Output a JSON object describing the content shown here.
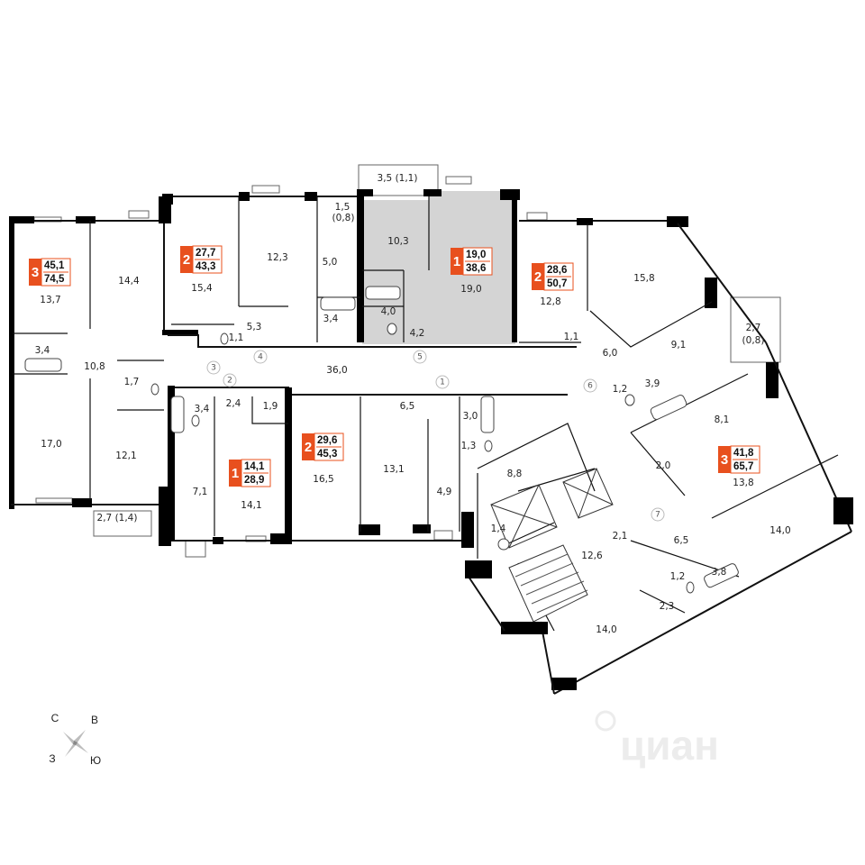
{
  "rooms": [
    {
      "name": "room-13-7",
      "label": "13,7"
    },
    {
      "name": "room-14-4",
      "label": "14,4"
    },
    {
      "name": "room-3-4-left",
      "label": "3,4"
    },
    {
      "name": "room-10-8",
      "label": "10,8"
    },
    {
      "name": "room-1-7",
      "label": "1,7"
    },
    {
      "name": "room-17-0",
      "label": "17,0"
    },
    {
      "name": "room-12-1",
      "label": "12,1"
    },
    {
      "name": "balcony-2-7",
      "label": "2,7 (1,4)"
    },
    {
      "name": "room-15-4",
      "label": "15,4"
    },
    {
      "name": "room-12-3",
      "label": "12,3"
    },
    {
      "name": "room-1-5",
      "label": "1,5"
    },
    {
      "name": "room-1-5-sub",
      "label": "(0,8)"
    },
    {
      "name": "room-5-0",
      "label": "5,0"
    },
    {
      "name": "room-1-1-a",
      "label": "1,1"
    },
    {
      "name": "room-5-3",
      "label": "5,3"
    },
    {
      "name": "room-3-4-mid",
      "label": "3,4"
    },
    {
      "name": "balcony-3-5",
      "label": "3,5 (1,1)"
    },
    {
      "name": "room-10-3",
      "label": "10,3"
    },
    {
      "name": "room-4-0",
      "label": "4,0"
    },
    {
      "name": "room-4-2",
      "label": "4,2"
    },
    {
      "name": "room-19-0",
      "label": "19,0"
    },
    {
      "name": "room-12-8",
      "label": "12,8"
    },
    {
      "name": "room-1-1-b",
      "label": "1,1"
    },
    {
      "name": "room-15-8",
      "label": "15,8"
    },
    {
      "name": "room-6-0",
      "label": "6,0"
    },
    {
      "name": "room-9-1",
      "label": "9,1"
    },
    {
      "name": "balcony-2-7-right",
      "label": "2,7"
    },
    {
      "name": "balcony-2-7-right-sub",
      "label": "(0,8)"
    },
    {
      "name": "corridor-36-0",
      "label": "36,0"
    },
    {
      "name": "room-2-4",
      "label": "2,4"
    },
    {
      "name": "room-1-9",
      "label": "1,9"
    },
    {
      "name": "room-3-4-low",
      "label": "3,4"
    },
    {
      "name": "room-7-1",
      "label": "7,1"
    },
    {
      "name": "room-14-1",
      "label": "14,1"
    },
    {
      "name": "room-16-5",
      "label": "16,5"
    },
    {
      "name": "room-6-5-mid",
      "label": "6,5"
    },
    {
      "name": "room-13-1",
      "label": "13,1"
    },
    {
      "name": "room-3-0",
      "label": "3,0"
    },
    {
      "name": "room-1-3",
      "label": "1,3"
    },
    {
      "name": "room-4-9",
      "label": "4,9"
    },
    {
      "name": "room-1-2-top",
      "label": "1,2"
    },
    {
      "name": "room-3-9",
      "label": "3,9"
    },
    {
      "name": "room-8-1",
      "label": "8,1"
    },
    {
      "name": "room-2-0",
      "label": "2,0"
    },
    {
      "name": "room-13-8",
      "label": "13,8"
    },
    {
      "name": "room-8-8",
      "label": "8,8"
    },
    {
      "name": "room-1-4",
      "label": "1,4"
    },
    {
      "name": "room-2-1",
      "label": "2,1"
    },
    {
      "name": "room-12-6",
      "label": "12,6"
    },
    {
      "name": "room-6-5-right",
      "label": "6,5"
    },
    {
      "name": "room-14-0-right",
      "label": "14,0"
    },
    {
      "name": "room-1-2-low",
      "label": "1,2"
    },
    {
      "name": "room-3-8",
      "label": "3,8"
    },
    {
      "name": "room-2-3",
      "label": "2,3"
    },
    {
      "name": "room-14-0-low",
      "label": "14,0"
    }
  ],
  "doors": [
    "1",
    "2",
    "3",
    "4",
    "5",
    "6",
    "7"
  ],
  "badges": [
    {
      "name": "apt-badge-3-left",
      "rooms": "3",
      "living": "45,1",
      "total": "74,5"
    },
    {
      "name": "apt-badge-2-topleft",
      "rooms": "2",
      "living": "27,7",
      "total": "43,3"
    },
    {
      "name": "apt-badge-1-top",
      "rooms": "1",
      "living": "19,0",
      "total": "38,6"
    },
    {
      "name": "apt-badge-2-topright",
      "rooms": "2",
      "living": "28,6",
      "total": "50,7"
    },
    {
      "name": "apt-badge-1-low",
      "rooms": "1",
      "living": "14,1",
      "total": "28,9"
    },
    {
      "name": "apt-badge-2-mid",
      "rooms": "2",
      "living": "29,6",
      "total": "45,3"
    },
    {
      "name": "apt-badge-3-right",
      "rooms": "3",
      "living": "41,8",
      "total": "65,7"
    }
  ],
  "compass": {
    "n": "С",
    "e": "В",
    "w": "З",
    "s": "Ю"
  },
  "watermark": "циан",
  "colors": {
    "accent": "#e8501e",
    "highlight": "#d3d3d3",
    "wall": "#000000"
  }
}
